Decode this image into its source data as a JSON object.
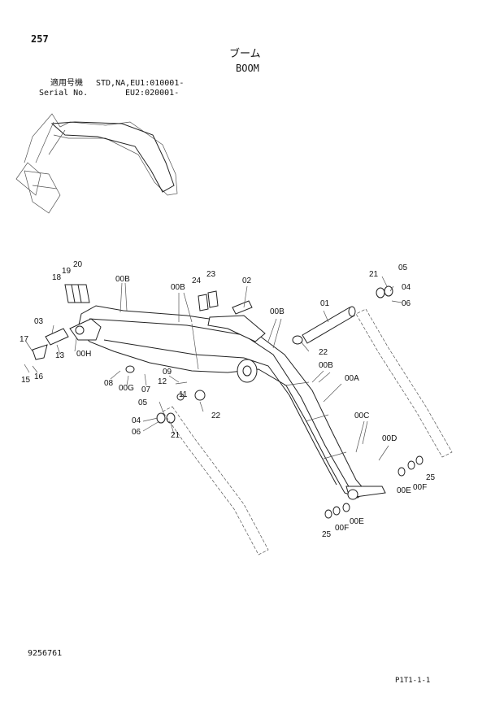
{
  "header": {
    "page_number": "257",
    "title_jp": "ブーム",
    "title_en": "BOOM",
    "serial_label_jp": "適用号機",
    "serial_label_en": "Serial No.",
    "serial_std": "STD,NA,EU1:010001-",
    "serial_eu2": "EU2:020001-"
  },
  "footer": {
    "document_number": "9256761",
    "page_code": "P1T1-1-1"
  },
  "callouts": {
    "c18": "18",
    "c19": "19",
    "c20": "20",
    "c00B_1": "00B",
    "c00B_2": "00B",
    "c00B_3": "00B",
    "c00B_4": "00B",
    "c24": "24",
    "c23": "23",
    "c02": "02",
    "c21_top": "21",
    "c05_top": "05",
    "c04_top": "04",
    "c06_top": "06",
    "c01": "01",
    "c22_top": "22",
    "c03": "03",
    "c17": "17",
    "c13": "13",
    "c00H": "00H",
    "c15": "15",
    "c16": "16",
    "c08": "08",
    "c00G": "00G",
    "c07": "07",
    "c09": "09",
    "c12": "12",
    "c11": "11",
    "c05_low": "05",
    "c22_low": "22",
    "c04_low": "04",
    "c06_low": "06",
    "c21_low": "21",
    "c00A": "00A",
    "c00C": "00C",
    "c00D": "00D",
    "c25_r": "25",
    "c00F_r": "00F",
    "c00E_r": "00E",
    "c00E_b": "00E",
    "c00F_b": "00F",
    "c25_b": "25"
  }
}
